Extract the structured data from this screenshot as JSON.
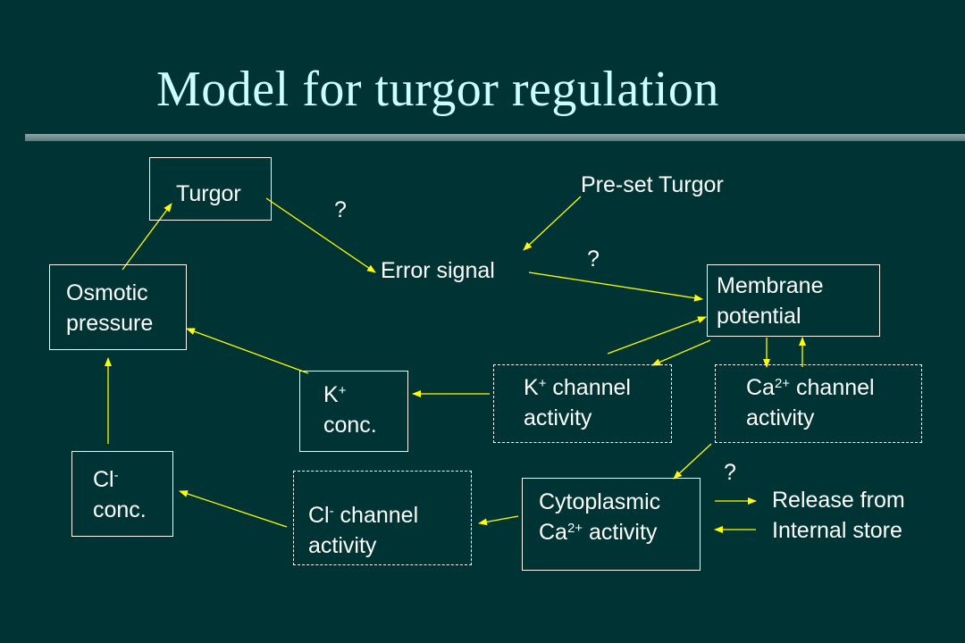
{
  "slide": {
    "title": "Model for turgor regulation"
  },
  "nodes": {
    "turgor": "Turgor",
    "osmotic_line1": "Osmotic",
    "osmotic_line2": "pressure",
    "preset": "Pre-set Turgor",
    "error": "Error signal",
    "membrane_line1": "Membrane",
    "membrane_line2": "potential",
    "k_conc_ion": "K",
    "k_conc_charge": "+",
    "k_conc_line2": "conc.",
    "k_channel_ion": "K",
    "k_channel_charge": "+",
    "k_channel_rest": " channel",
    "k_channel_line2": "activity",
    "ca_channel_ion": "Ca",
    "ca_channel_charge": "2+",
    "ca_channel_rest": " channel",
    "ca_channel_line2": "activity",
    "cl_conc_ion": "Cl",
    "cl_conc_charge": "-",
    "cl_conc_line2": "conc.",
    "cl_channel_ion": "Cl",
    "cl_channel_charge": "-",
    "cl_channel_rest": " channel",
    "cl_channel_line2": "activity",
    "cyto_line1": "Cytoplasmic",
    "cyto_ion": "Ca",
    "cyto_charge": "2+",
    "cyto_rest": " activity",
    "release_line1": "Release from",
    "release_line2": "Internal store"
  },
  "question_marks": {
    "q1": "?",
    "q2": "?",
    "q3": "?"
  },
  "colors": {
    "background": "#003333",
    "title": "#ccffff",
    "arrows": "#ffff00",
    "text": "#ffffff"
  }
}
